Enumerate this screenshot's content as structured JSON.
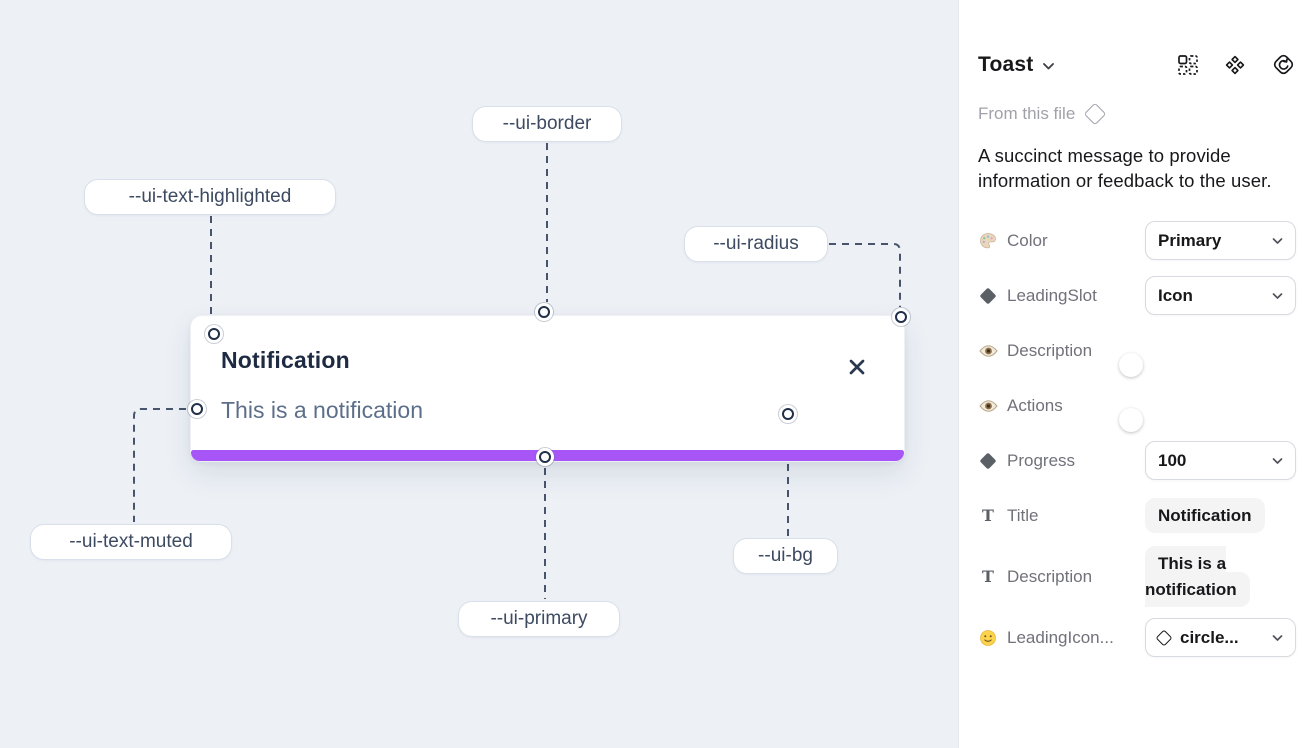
{
  "canvas": {
    "toast": {
      "title": "Notification",
      "description": "This is a notification"
    },
    "variables": {
      "border": "--ui-border",
      "text_highlighted": "--ui-text-highlighted",
      "radius": "--ui-radius",
      "text_muted": "--ui-text-muted",
      "primary": "--ui-primary",
      "bg": "--ui-bg"
    },
    "colors": {
      "ui_primary_bar": "#a855f7",
      "connector": "#47546c"
    }
  },
  "panel": {
    "header": {
      "title": "Toast",
      "icons": [
        "component-grid-icon",
        "variants-icon",
        "supernova-icon"
      ]
    },
    "source": {
      "label": "From this file",
      "icon": "diamond-outline-icon"
    },
    "description": "A succinct message to provide information or feedback to the user.",
    "properties": [
      {
        "icon": "palette-icon",
        "label": "Color",
        "type": "select",
        "value": "Primary"
      },
      {
        "icon": "diamond-icon",
        "label": "LeadingSlot",
        "type": "select",
        "value": "Icon"
      },
      {
        "icon": "eye-icon",
        "label": "Description",
        "type": "toggle",
        "value": "on"
      },
      {
        "icon": "eye-icon",
        "label": "Actions",
        "type": "toggle",
        "value": "on"
      },
      {
        "icon": "diamond-icon",
        "label": "Progress",
        "type": "select",
        "value": "100"
      },
      {
        "icon": "text-icon",
        "label": "Title",
        "type": "text",
        "value": "Notification"
      },
      {
        "icon": "text-icon",
        "label": "Description",
        "type": "text",
        "value": "This is a notification"
      },
      {
        "icon": "smiley-icon",
        "label": "LeadingIcon...",
        "type": "select-icon",
        "value": "circle..."
      }
    ],
    "colors": {
      "toggle_on": "#2196f3"
    }
  }
}
